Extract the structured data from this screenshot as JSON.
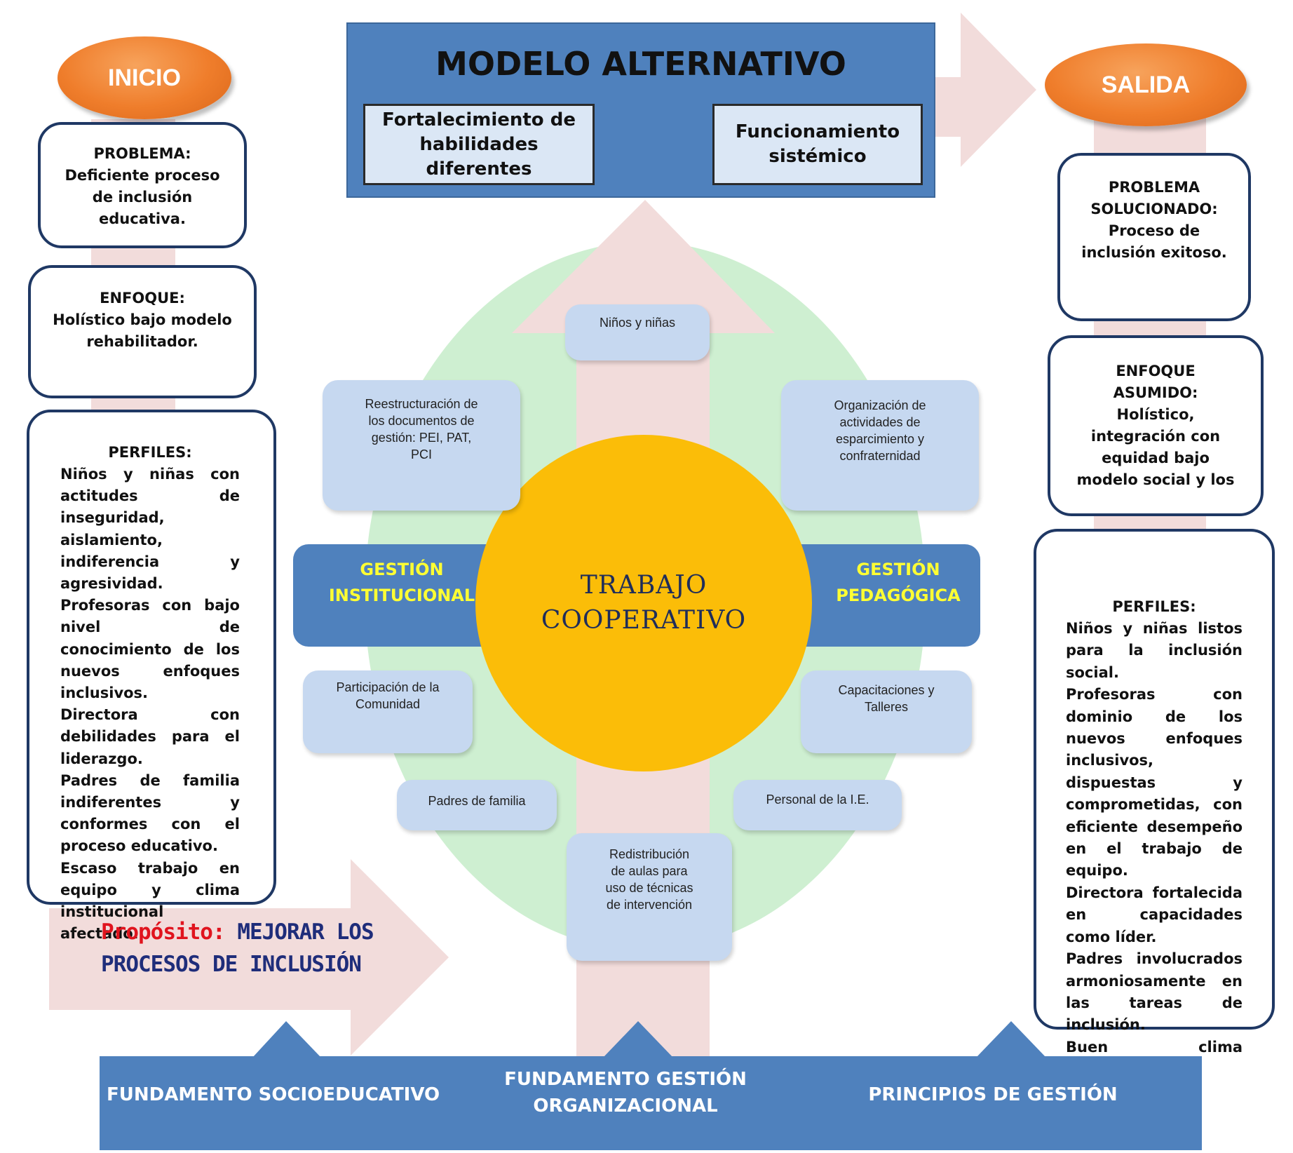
{
  "inicio": {
    "label": "INICIO"
  },
  "salida": {
    "label": "SALIDA"
  },
  "modelo": {
    "title": "MODELO ALTERNATIVO",
    "left_box": [
      "Fortalecimiento de",
      "habilidades diferentes"
    ],
    "right_box": [
      "Funcionamiento",
      "sistémico"
    ]
  },
  "left": {
    "problema": {
      "heading": "PROBLEMA:",
      "lines": [
        "Deficiente proceso",
        "de inclusión",
        "educativa."
      ]
    },
    "enfoque": {
      "heading": "ENFOQUE:",
      "lines": [
        "Holístico bajo modelo",
        "rehabilitador."
      ]
    },
    "perfiles": {
      "heading": "PERFILES:",
      "paragraphs": [
        "Niños y niñas con actitudes de inseguridad, aislamiento, indiferencia y agresividad.",
        "Profesoras con bajo nivel de conocimiento de los nuevos enfoques inclusivos.",
        "Directora con debilidades para el liderazgo.",
        "Padres de familia indiferentes y conformes con el proceso educativo.",
        "Escaso trabajo en equipo y clima institucional afectado."
      ]
    }
  },
  "right": {
    "problema": {
      "lines": [
        "PROBLEMA",
        "SOLUCIONADO:",
        "Proceso de",
        "inclusión exitoso."
      ]
    },
    "enfoque": {
      "lines": [
        "ENFOQUE",
        "ASUMIDO:",
        "Holístico,",
        "integración con",
        "equidad bajo",
        "modelo social y los"
      ]
    },
    "perfiles": {
      "heading": "PERFILES:",
      "paragraphs": [
        "Niños y niñas listos para la inclusión social.",
        "Profesoras con dominio de los nuevos enfoques inclusivos, dispuestas y comprometidas, con eficiente desempeño en el trabajo de equipo.",
        "Directora fortalecida en capacidades como líder.",
        "Padres involucrados armoniosamente en las tareas de inclusión.",
        "Buen clima institucional."
      ]
    }
  },
  "center": {
    "circle": [
      "TRABAJO",
      "COOPERATIVO"
    ],
    "gestion_institucional": [
      "GESTIÓN",
      "INSTITUCIONAL"
    ],
    "gestion_pedagogica": [
      "GESTIÓN",
      "PEDAGÓGICA"
    ],
    "nodes": {
      "ninos": [
        "Niños y niñas"
      ],
      "reestructuracion": [
        "Reestructuración de",
        "los documentos de",
        "gestión: PEI, PAT,",
        "PCI"
      ],
      "organizacion": [
        "Organización de",
        "actividades de",
        "esparcimiento y",
        "confraternidad"
      ],
      "participacion": [
        "Participación de la",
        "Comunidad"
      ],
      "capacitaciones": [
        "Capacitaciones y",
        "Talleres"
      ],
      "padres": [
        "Padres de familia"
      ],
      "personal": [
        "Personal de la I.E."
      ],
      "redistribucion": [
        "Redistribución",
        "de aulas para",
        "uso de técnicas",
        "de intervención"
      ]
    }
  },
  "proposito": {
    "label": "Propósito:",
    "text1": "MEJORAR LOS",
    "text2": "PROCESOS DE INCLUSIÓN"
  },
  "bottom": {
    "socio": "FUNDAMENTO SOCIOEDUCATIVO",
    "gestion": [
      "FUNDAMENTO GESTIÓN",
      "ORGANIZACIONAL"
    ],
    "principios": "PRINCIPIOS DE GESTIÓN"
  },
  "colors": {
    "banner_blue": "#4f81bd",
    "dark_navy": "#1f3864",
    "orange": "#ef7d2b",
    "arrow_pink": "#f2dcdb",
    "ellipse_green": "#c5ecc9",
    "circle_yellow": "#fbbd08",
    "gestion_yellow": "#ffff33",
    "node_blue": "#c6d8f0",
    "proposito_red": "#e0141e"
  }
}
